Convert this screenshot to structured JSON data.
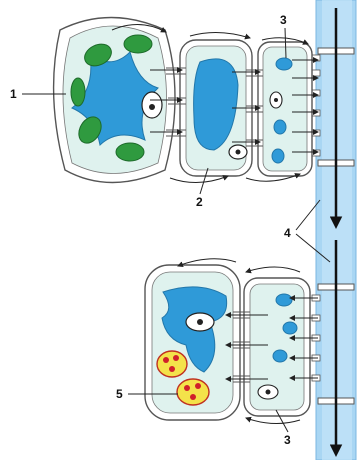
{
  "labels": {
    "l1": "1",
    "l2": "2",
    "l3_top": "3",
    "l3_bottom": "3",
    "l4": "4",
    "l5": "5"
  },
  "colors": {
    "vessel": "#a9d6f3",
    "vessel_dark": "#5aa8dd",
    "cytoplasm": "#dff2ee",
    "vacuole": "#2f9ad8",
    "chloroplast": "#2f9a3f",
    "starch_fill": "#f4e24a",
    "starch_dot": "#d0202a",
    "wall": "#555555"
  }
}
